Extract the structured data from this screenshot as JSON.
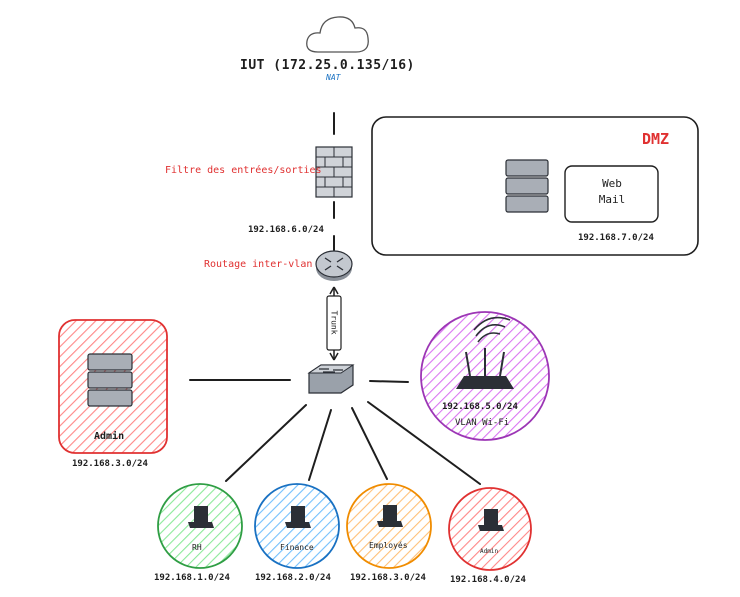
{
  "internet": {
    "label": "IUT (172.25.0.135/16)",
    "nat": "NAT"
  },
  "firewall": {
    "label": "Filtre des entrées/sorties",
    "subnet": "192.168.6.0/24"
  },
  "router": {
    "label": "Routage inter-vlan"
  },
  "trunk": {
    "label": "Trunk"
  },
  "dmz": {
    "title": "DMZ",
    "server_label_line1": "Web",
    "server_label_line2": "Mail",
    "subnet": "192.168.7.0/24"
  },
  "admin_zone": {
    "label": "Admin",
    "subnet": "192.168.3.0/24"
  },
  "wifi": {
    "subnet": "192.168.5.0/24",
    "label": "VLAN Wi-Fi"
  },
  "vlans": [
    {
      "label": "RH",
      "subnet": "192.168.1.0/24",
      "color": "#2f9e44"
    },
    {
      "label": "Finance",
      "subnet": "192.168.2.0/24",
      "color": "#1971c2"
    },
    {
      "label": "Employés",
      "subnet": "192.168.3.0/24",
      "color": "#f08c00"
    },
    {
      "label": "Admin",
      "subnet": "192.168.4.0/24",
      "color": "#e03131"
    }
  ],
  "colors": {
    "admin": "#e03131",
    "wifi": "#9c36b5",
    "dmz_title": "#e03131",
    "annotation": "#e03131",
    "nat": "#1971c2"
  }
}
